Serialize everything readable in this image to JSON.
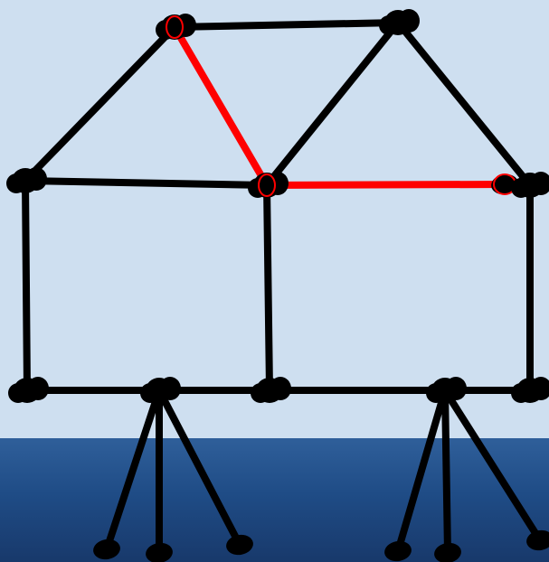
{
  "colors": {
    "sky": "#cedff0",
    "stroke": "#000000",
    "highlight": "#ff0000"
  },
  "lines": [
    {
      "a": "a1",
      "b": "a2",
      "color": "stroke"
    },
    {
      "a": "a1",
      "b": "b1",
      "color": "stroke"
    },
    {
      "a": "a2",
      "b": "b4",
      "color": "stroke"
    },
    {
      "a": "a1",
      "b": "b2",
      "color": "highlight"
    },
    {
      "a": "a2",
      "b": "b2",
      "color": "stroke"
    },
    {
      "a": "b1",
      "b": "b2",
      "color": "stroke"
    },
    {
      "a": "b2",
      "b": "b3",
      "color": "highlight"
    },
    {
      "a": "b3",
      "b": "b4",
      "color": "stroke"
    },
    {
      "a": "b1",
      "b": "c1",
      "color": "stroke"
    },
    {
      "a": "b2",
      "b": "c2",
      "color": "stroke"
    },
    {
      "a": "b4",
      "b": "c3",
      "color": "stroke"
    },
    {
      "a": "c1",
      "b": "c3",
      "color": "stroke"
    },
    {
      "a": "s1",
      "b": "f1",
      "color": "stroke"
    },
    {
      "a": "s1",
      "b": "f2",
      "color": "stroke"
    },
    {
      "a": "s1",
      "b": "f3",
      "color": "stroke"
    },
    {
      "a": "s2",
      "b": "f4",
      "color": "stroke"
    },
    {
      "a": "s2",
      "b": "f5",
      "color": "stroke"
    },
    {
      "a": "s2",
      "b": "f6",
      "color": "stroke"
    }
  ],
  "nodes": [
    {
      "id": "a1",
      "kind": "blob",
      "highlight": true
    },
    {
      "id": "a2",
      "kind": "blob"
    },
    {
      "id": "b1",
      "kind": "blob"
    },
    {
      "id": "b2",
      "kind": "blob",
      "highlight": true
    },
    {
      "id": "b3",
      "kind": "dot",
      "highlight": true
    },
    {
      "id": "b4",
      "kind": "blob"
    },
    {
      "id": "c1",
      "kind": "blob"
    },
    {
      "id": "c2",
      "kind": "blob"
    },
    {
      "id": "c3",
      "kind": "blob"
    },
    {
      "id": "s1",
      "kind": "blob"
    },
    {
      "id": "s2",
      "kind": "blob"
    },
    {
      "id": "f1",
      "kind": "dot"
    },
    {
      "id": "f2",
      "kind": "dot"
    },
    {
      "id": "f3",
      "kind": "dot"
    },
    {
      "id": "f4",
      "kind": "dot"
    },
    {
      "id": "f5",
      "kind": "dot"
    },
    {
      "id": "f6",
      "kind": "dot"
    }
  ]
}
